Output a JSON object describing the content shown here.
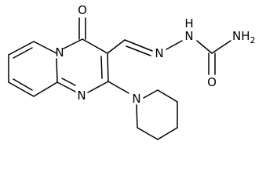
{
  "structure": {
    "atoms": {
      "o_carbonyl": "O",
      "n_ring_top": "N",
      "n_ring_bottom": "N",
      "n_hydrazone": "N",
      "nh_hydrazide": "N",
      "nh_hydrazide_h": "H",
      "nh2_amide": "NH",
      "nh2_subscript": "2",
      "o_amide": "O",
      "n_piperidine": "N"
    }
  },
  "colors": {
    "ink": "#000000",
    "background": "#ffffff"
  }
}
